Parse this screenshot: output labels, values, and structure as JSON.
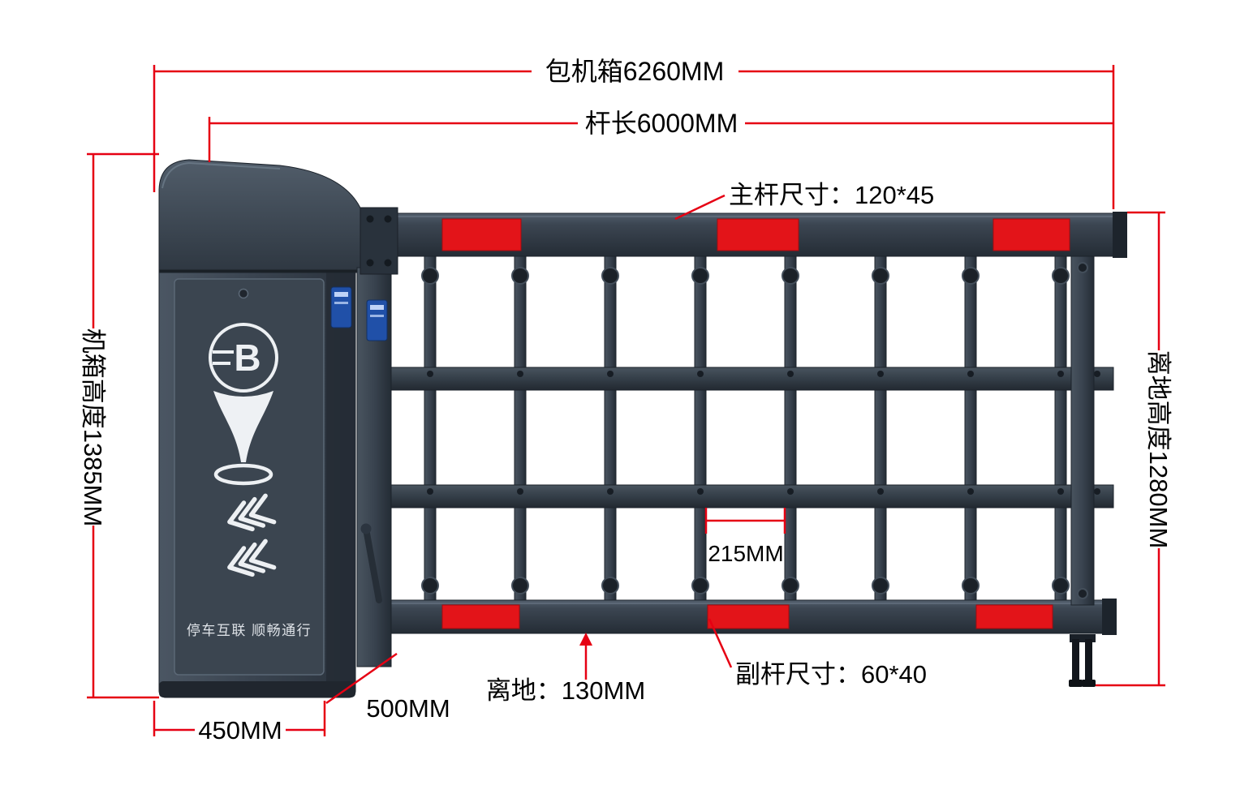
{
  "colors": {
    "dimension_red": "#e60013",
    "stripe_red": "#e31419",
    "body_dark": "#39424d",
    "background": "#ffffff"
  },
  "dimensions": {
    "total_length": "包机箱6260MM",
    "arm_length": "杆长6000MM",
    "main_bar_size": "主杆尺寸：120*45",
    "cabinet_height": "机箱高度1385MM",
    "ground_height": "离地高度1280MM",
    "bar_spacing": "215MM",
    "ground_clearance": "离地：130MM",
    "sub_bar_size": "副杆尺寸：60*40",
    "cabinet_width": "450MM",
    "cabinet_depth": "500MM"
  },
  "cabinet": {
    "logo_letter": "B",
    "slogan": "停车互联 顺畅通行"
  }
}
